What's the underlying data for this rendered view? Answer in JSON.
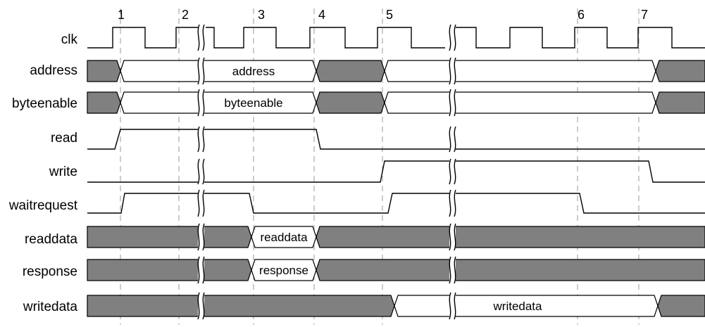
{
  "colors": {
    "invalid_fill": "#808080",
    "line": "#000000",
    "guide": "#9a9a9a",
    "background": "#ffffff"
  },
  "markers": [
    "1",
    "2",
    "3",
    "4",
    "5",
    "6",
    "7"
  ],
  "signals": [
    {
      "name": "clk"
    },
    {
      "name": "address",
      "value_label": "address"
    },
    {
      "name": "byteenable",
      "value_label": "byteenable"
    },
    {
      "name": "read"
    },
    {
      "name": "write"
    },
    {
      "name": "waitrequest"
    },
    {
      "name": "readdata",
      "value_label": "readdata"
    },
    {
      "name": "response",
      "value_label": "response"
    },
    {
      "name": "writedata",
      "value_label": "writedata"
    }
  ]
}
